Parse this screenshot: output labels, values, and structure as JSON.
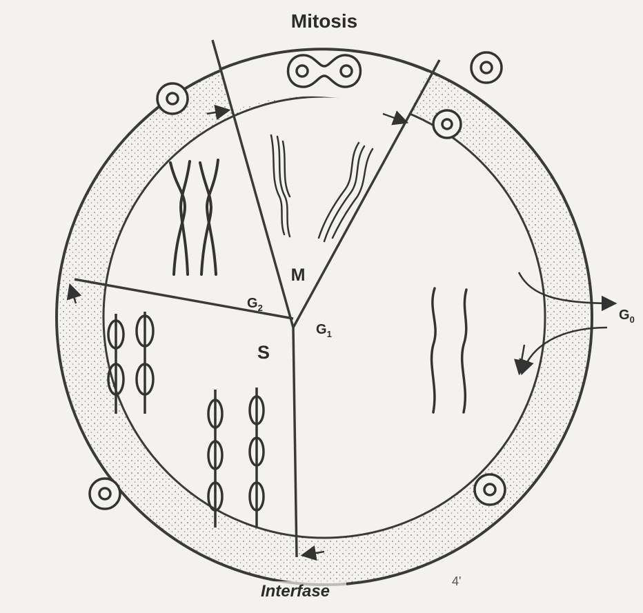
{
  "title": "Mitosis",
  "bottom_label": "Interfase",
  "phases": {
    "M": "M",
    "G2_main": "G",
    "G2_sub": "2",
    "G1_main": "G",
    "G1_sub": "1",
    "S": "S",
    "G0_main": "G",
    "G0_sub": "0"
  },
  "corner_mark": "4'",
  "colors": {
    "ink": "#3a3a3a",
    "paper": "#f3f2ee",
    "stipple": "#7a7a7a"
  }
}
